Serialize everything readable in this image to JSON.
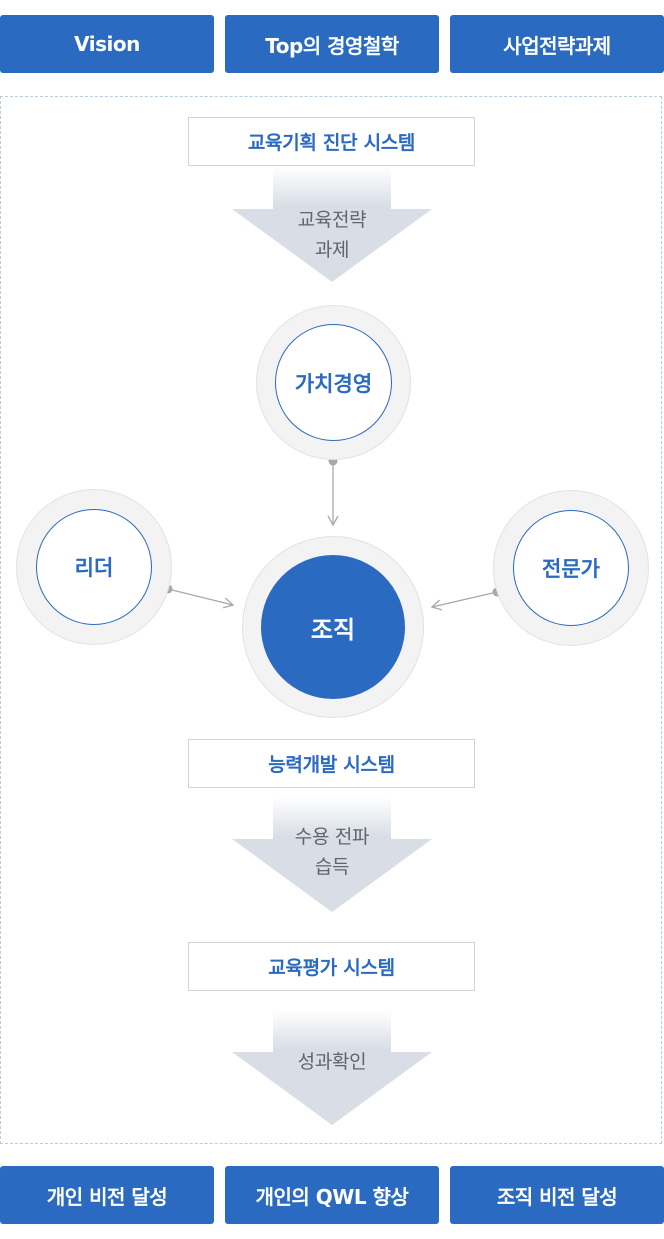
{
  "top_buttons": [
    "Vision",
    "Top의 경영철학",
    "사업전략과제"
  ],
  "steps": {
    "planning": {
      "system_label": "교육기획 진단 시스템",
      "arrow_label": [
        "교육전략",
        "과제"
      ]
    },
    "development": {
      "system_label": "능력개발 시스템",
      "arrow_label": [
        "수용 전파",
        "습득"
      ]
    },
    "evaluation": {
      "system_label": "교육평가 시스템",
      "arrow_label": [
        "성과확인"
      ]
    }
  },
  "circles": {
    "value_management": "가치경영",
    "leader": "리더",
    "expert": "전문가",
    "organization": "조직"
  },
  "bottom_buttons": [
    "개인 비전 달성",
    "개인의 QWL 향상",
    "조직 비전 달성"
  ],
  "colors": {
    "primary": "#2a6ac0",
    "arrow_fill": "#d8dde6",
    "connector": "#a8a8a8"
  }
}
